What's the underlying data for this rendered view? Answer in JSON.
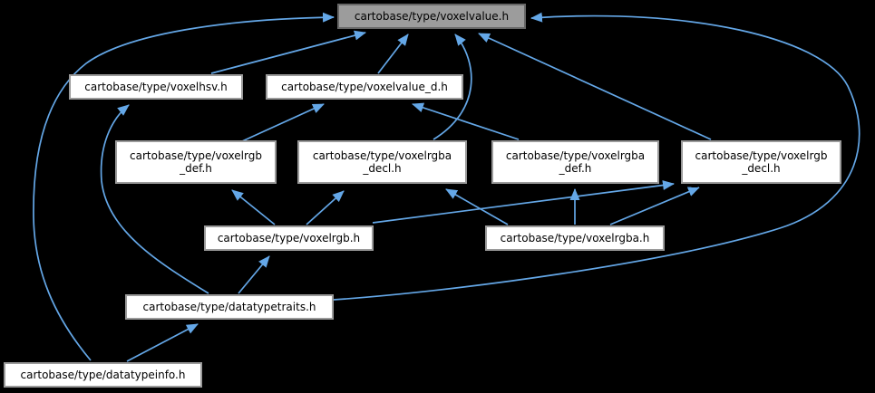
{
  "graph_title": "included-by dependency graph for cartobase/type/voxelvalue.h",
  "colors": {
    "background": "#000000",
    "node_fill": "#ffffff",
    "node_border": "#9a9a9a",
    "root_fill": "#9c9c9c",
    "root_border": "#676767",
    "text": "#000000",
    "edge": "#64a7e7"
  },
  "nodes": [
    {
      "id": "voxelvalue",
      "label": "cartobase/type/voxelvalue.h"
    },
    {
      "id": "voxelhsv",
      "label": "cartobase/type/voxelhsv.h"
    },
    {
      "id": "voxelvalue_d",
      "label": "cartobase/type/voxelvalue_d.h"
    },
    {
      "id": "voxelrgb_def",
      "label": [
        "cartobase/type/voxelrgb",
        "_def.h"
      ]
    },
    {
      "id": "voxelrgba_decl",
      "label": [
        "cartobase/type/voxelrgba",
        "_decl.h"
      ]
    },
    {
      "id": "voxelrgba_def",
      "label": [
        "cartobase/type/voxelrgba",
        "_def.h"
      ]
    },
    {
      "id": "voxelrgb_decl",
      "label": [
        "cartobase/type/voxelrgb",
        "_decl.h"
      ]
    },
    {
      "id": "voxelrgb",
      "label": "cartobase/type/voxelrgb.h"
    },
    {
      "id": "voxelrgba",
      "label": "cartobase/type/voxelrgba.h"
    },
    {
      "id": "datatypetraits",
      "label": "cartobase/type/datatypetraits.h"
    },
    {
      "id": "datatypeinfo",
      "label": "cartobase/type/datatypeinfo.h"
    }
  ],
  "edges": [
    {
      "from": "voxelhsv",
      "to": "voxelvalue"
    },
    {
      "from": "voxelvalue_d",
      "to": "voxelvalue"
    },
    {
      "from": "voxelrgba_decl",
      "to": "voxelvalue"
    },
    {
      "from": "voxelrgb_decl",
      "to": "voxelvalue"
    },
    {
      "from": "datatypeinfo",
      "to": "voxelvalue"
    },
    {
      "from": "datatypetraits",
      "to": "voxelvalue"
    },
    {
      "from": "voxelrgb_def",
      "to": "voxelvalue_d"
    },
    {
      "from": "voxelrgba_def",
      "to": "voxelvalue_d"
    },
    {
      "from": "datatypetraits",
      "to": "voxelhsv"
    },
    {
      "from": "voxelrgb",
      "to": "voxelrgb_def"
    },
    {
      "from": "voxelrgb",
      "to": "voxelrgba_decl"
    },
    {
      "from": "voxelrgb",
      "to": "voxelrgb_decl"
    },
    {
      "from": "voxelrgba",
      "to": "voxelrgba_decl"
    },
    {
      "from": "voxelrgba",
      "to": "voxelrgba_def"
    },
    {
      "from": "voxelrgba",
      "to": "voxelrgb_decl"
    },
    {
      "from": "datatypetraits",
      "to": "voxelrgb"
    },
    {
      "from": "datatypeinfo",
      "to": "datatypetraits"
    }
  ]
}
